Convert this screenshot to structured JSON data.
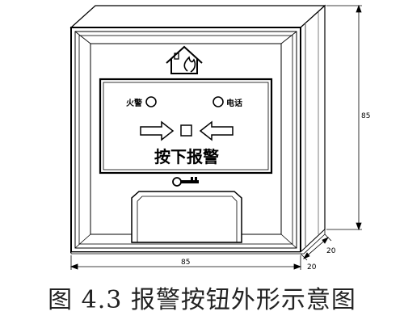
{
  "panel": {
    "fire_label": "火警",
    "phone_label": "电话",
    "press_text": "按下报警"
  },
  "dimensions": {
    "height": "85",
    "width": "85",
    "depth_top": "20",
    "depth_bottom": "20"
  },
  "caption": "图 4.3 报警按钮外形示意图"
}
